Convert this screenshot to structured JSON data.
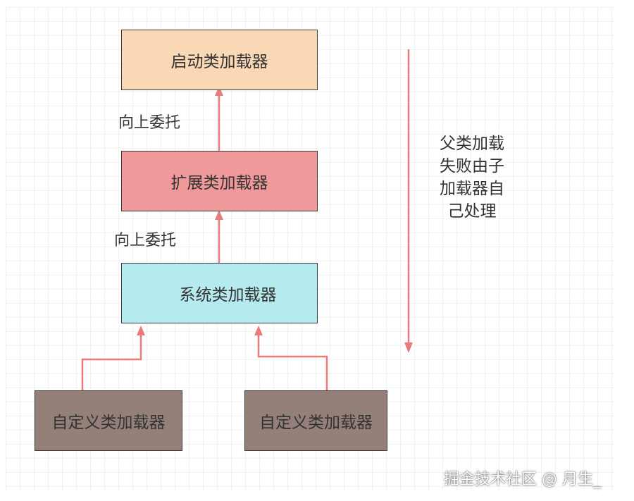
{
  "nodes": {
    "bootstrap": {
      "label": "启动类加载器",
      "fill": "#fad7b5"
    },
    "extension": {
      "label": "扩展类加载器",
      "fill": "#f0999a"
    },
    "system": {
      "label": "系统类加载器",
      "fill": "#b5eaee"
    },
    "custom_1": {
      "label": "自定义类加载器",
      "fill": "#948079"
    },
    "custom_2": {
      "label": "自定义类加载器",
      "fill": "#948079"
    }
  },
  "edge_labels": {
    "delegate_upper": "向上委托",
    "delegate_lower": "向上委托"
  },
  "side_note": {
    "lines": [
      "父类加载",
      "失败由子",
      "加载器自",
      "己处理"
    ]
  },
  "colors": {
    "arrow": "#ea7b7b",
    "grid": "#e3e3e3",
    "border": "#3a3a3a"
  },
  "watermark": "掘金技术社区 @ 月生_"
}
